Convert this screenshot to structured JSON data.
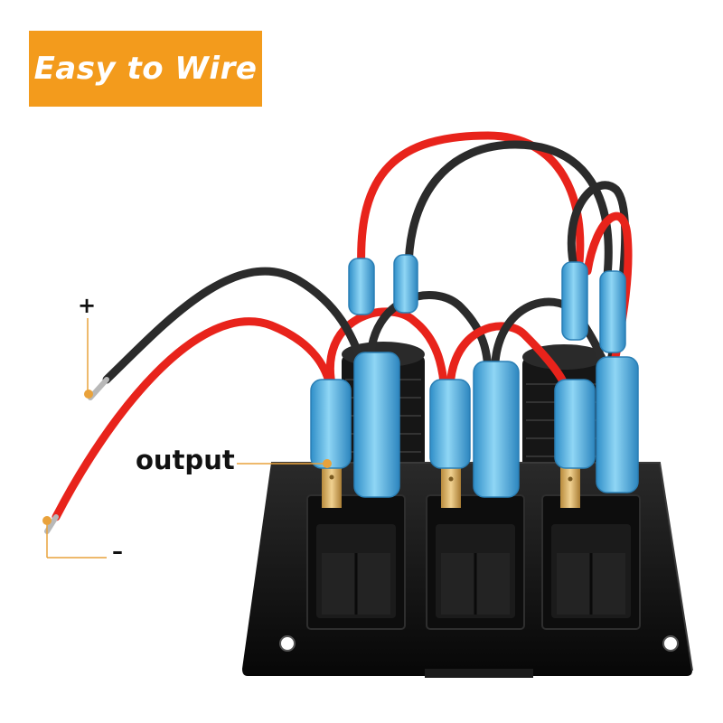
{
  "banner": {
    "text": "Easy to Wire"
  },
  "labels": {
    "positive": "+",
    "negative": "–",
    "output": "output"
  },
  "colors": {
    "banner_orange": "#f39b1c",
    "wire_red": "#e8231b",
    "wire_black": "#2b2b2b",
    "connector_blue": "#5bbde8",
    "panel_black": "#121212",
    "terminal_gold": "#d8b46a",
    "callout_line": "#e9a23b"
  },
  "switch_panel": {
    "switch_count": 3,
    "socket_count": 2
  }
}
